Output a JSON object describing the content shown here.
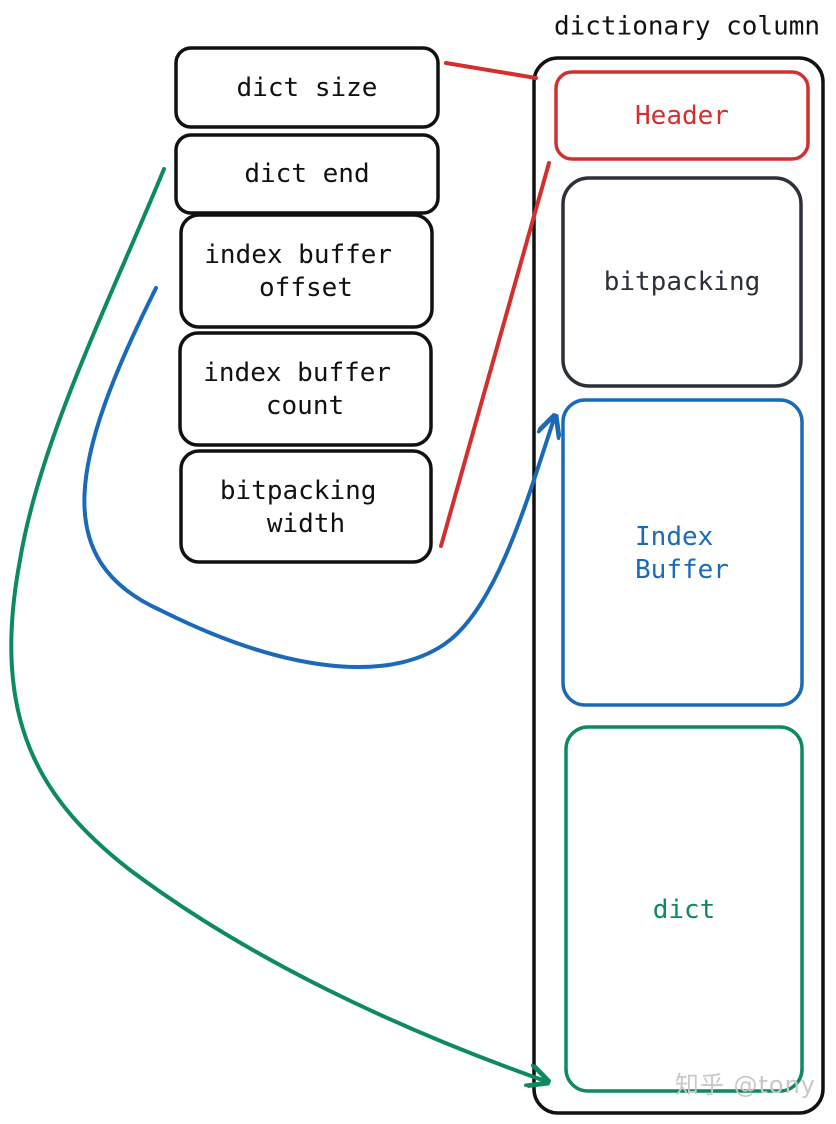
{
  "title": "dictionary column",
  "header_fields": [
    {
      "lines": [
        "dict size"
      ]
    },
    {
      "lines": [
        "dict end"
      ]
    },
    {
      "lines": [
        "index buffer",
        "offset"
      ]
    },
    {
      "lines": [
        "index buffer",
        "count"
      ]
    },
    {
      "lines": [
        "bitpacking",
        "width"
      ]
    }
  ],
  "column_sections": [
    {
      "lines": [
        "Header"
      ],
      "color": "#d32f2f"
    },
    {
      "lines": [
        "bitpacking"
      ],
      "color": "#2c3038"
    },
    {
      "lines": [
        "Index",
        "Buffer"
      ],
      "color": "#1a6ab8"
    },
    {
      "lines": [
        "dict"
      ],
      "color": "#0d8a5f"
    }
  ],
  "colors": {
    "ink": "#111111",
    "header": "#d32f2f",
    "bitpacking": "#2c3038",
    "index_buffer": "#1a6ab8",
    "dict": "#0d8a5f"
  },
  "watermark": "知乎 @tony"
}
